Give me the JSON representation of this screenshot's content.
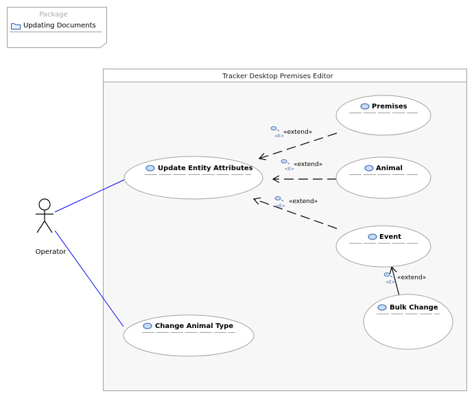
{
  "package": {
    "title": "Package",
    "item_label": "Updating Documents",
    "item_icon": "folder-icon"
  },
  "system": {
    "title": "Tracker Desktop Premises Editor"
  },
  "actor": {
    "label": "Operator",
    "icon": "stick-figure-icon"
  },
  "use_cases": [
    {
      "id": "update",
      "label": "Update Entity Attributes"
    },
    {
      "id": "premises",
      "label": "Premises"
    },
    {
      "id": "animal",
      "label": "Animal"
    },
    {
      "id": "event",
      "label": "Event"
    },
    {
      "id": "bulk",
      "label": "Bulk Change"
    },
    {
      "id": "change_type",
      "label": "Change Animal Type"
    }
  ],
  "relations": [
    {
      "from": "premises",
      "to": "update",
      "label": "«extend»"
    },
    {
      "from": "animal",
      "to": "update",
      "label": "«extend»"
    },
    {
      "from": "event",
      "to": "update",
      "label": "«extend»"
    },
    {
      "from": "bulk",
      "to": "event",
      "label": "«extend»"
    }
  ],
  "associations": [
    {
      "from": "actor",
      "to": "update"
    },
    {
      "from": "actor",
      "to": "change_type"
    }
  ],
  "colors": {
    "association": "#0000ee",
    "extend_line": "#000000",
    "ellipse_stroke": "#a0a0a0",
    "icon_fill": "#c6dcf4",
    "icon_stroke": "#2a5aa6"
  }
}
